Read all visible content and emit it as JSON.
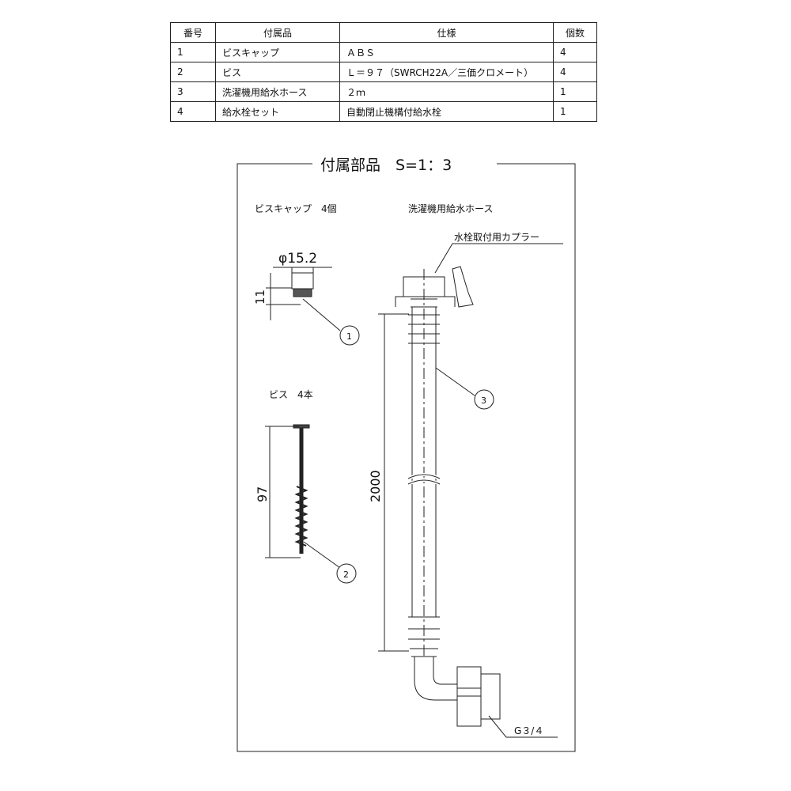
{
  "table": {
    "headers": [
      "番号",
      "付属品",
      "仕様",
      "個数"
    ],
    "rows": [
      [
        "1",
        "ビスキャップ",
        "ＡＢＳ",
        "4"
      ],
      [
        "2",
        "ビス",
        "Ｌ＝９７（SWRCH22A／三価クロメート）",
        "4"
      ],
      [
        "3",
        "洗濯機用給水ホース",
        "２ｍ",
        "1"
      ],
      [
        "4",
        "給水栓セット",
        "自動閉止機構付給水栓",
        "1"
      ]
    ]
  },
  "drawing": {
    "title": "付属部品　S=1：3",
    "cap_label": "ビスキャップ　4個",
    "cap_diameter": "φ15.2",
    "cap_height": "11",
    "screw_label": "ビス　4本",
    "screw_length": "97",
    "hose_label": "洗濯機用給水ホース",
    "coupler_label": "水栓取付用カプラー",
    "hose_length": "2000",
    "thread_label": "G３/４",
    "callouts": [
      "1",
      "2",
      "3"
    ]
  }
}
